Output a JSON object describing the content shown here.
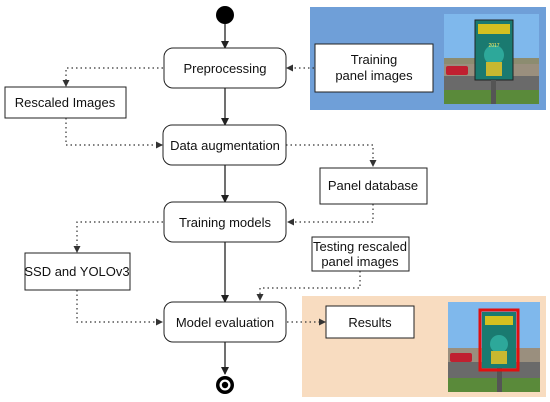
{
  "diagram": {
    "process_steps": {
      "preprocessing": "Preprocessing",
      "data_augmentation": "Data augmentation",
      "training_models": "Training models",
      "model_evaluation": "Model evaluation"
    },
    "data_nodes": {
      "training_panel_images_line1": "Training",
      "training_panel_images_line2": "panel images",
      "rescaled_images": "Rescaled Images",
      "panel_database": "Panel database",
      "ssd_yolo": "SSD and YOLOv3",
      "testing_rescaled_line1": "Testing rescaled",
      "testing_rescaled_line2": "panel images",
      "results": "Results"
    },
    "colors": {
      "training_panel_bg": "#6f9fd8",
      "results_panel_bg": "#f8dcc0",
      "detection_box": "#e01010"
    },
    "photo_poster_text": "2017"
  }
}
